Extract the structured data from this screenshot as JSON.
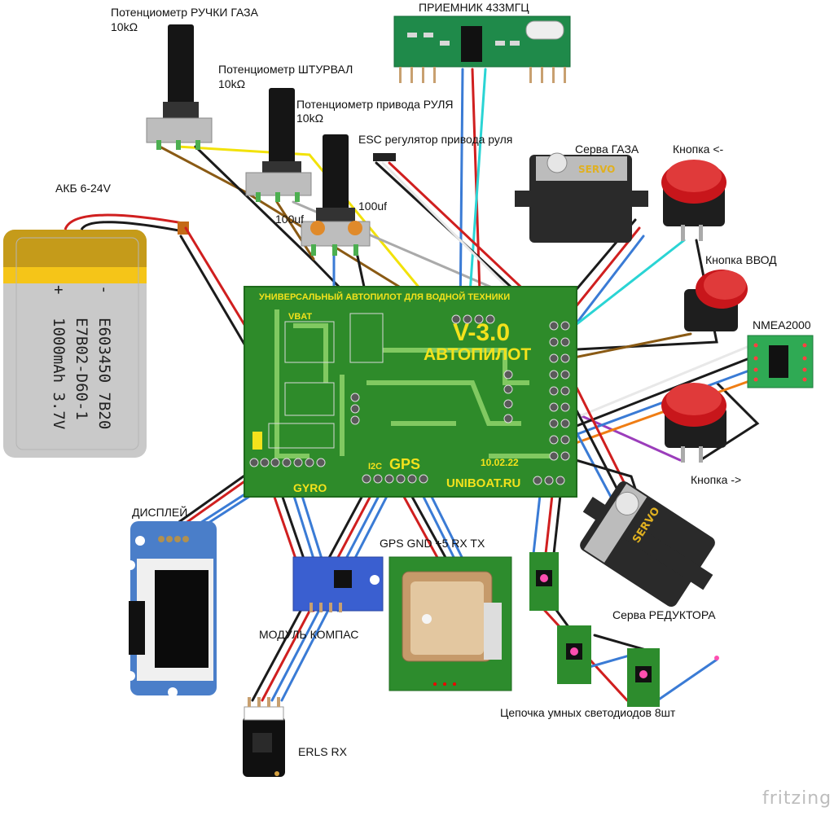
{
  "labels": {
    "pot_throttle_line1": "Потенциометр РУЧКИ ГАЗА",
    "pot_throttle_line2": "10kΩ",
    "pot_wheel_line1": "Потенциометр ШТУРВАЛ",
    "pot_wheel_line2": "10kΩ",
    "pot_rudder_line1": "Потенциометр привода РУЛЯ",
    "pot_rudder_line2": "10kΩ",
    "receiver": "ПРИЕМНИК 433МГЦ",
    "esc": "ESC регулятор привода руля",
    "servo_throttle": "Серва ГАЗА",
    "button_left": "Кнопка <-",
    "button_enter": "Кнопка ВВОД",
    "nmea": "NMEA2000",
    "button_right": "Кнопка ->",
    "battery": "АКБ 6-24V",
    "cap1": "100uf",
    "cap2": "100uf",
    "display": "ДИСПЛЕЙ",
    "gps": "GPS GND +5 RX TX",
    "compass": "МОДУЛЬ КОМПАС",
    "servo_reducer": "Серва РЕДУКТОРА",
    "leds": "Цепочка умных светодиодов 8шт",
    "erls": "ERLS RX",
    "brand": "fritzing"
  },
  "battery_print": {
    "minus": "-",
    "plus": "+",
    "line1": "E603450 7B20",
    "line2": "E7B02-D60-1",
    "line3": "1000mAh 3.7V"
  },
  "board": {
    "header": "УНИВЕРСАЛЬНЫЙ АВТОПИЛОТ ДЛЯ ВОДНОЙ ТЕХНИКИ",
    "version": "V-3.0",
    "title": "АВТОПИЛОТ",
    "gyro": "GYRO",
    "gps": "GPS",
    "i2c": "I2C",
    "brand": "UNIBOAT.RU",
    "date": "10.02.22",
    "vbat": "VBAT"
  },
  "servo_print": "SERVO",
  "colors": {
    "pcb": "#2e8b2a",
    "pcb_trace": "#8fd36b",
    "pcb_text": "#f3e21c",
    "battery_body": "#c8c8c8",
    "battery_band": "#f5c518",
    "button_cap": "#c8161b",
    "servo_body": "#2a2a2a",
    "display_body": "#4a7ec9",
    "wire_red": "#d01f1f",
    "wire_black": "#1b1b1b",
    "wire_blue": "#3a7bd5",
    "wire_yellow": "#f2e20a",
    "wire_brown": "#8a5a14",
    "wire_cyan": "#2ad4d4",
    "wire_orange": "#ef7d14",
    "wire_purple": "#9b3dbb",
    "wire_white": "#e8e8e8"
  }
}
